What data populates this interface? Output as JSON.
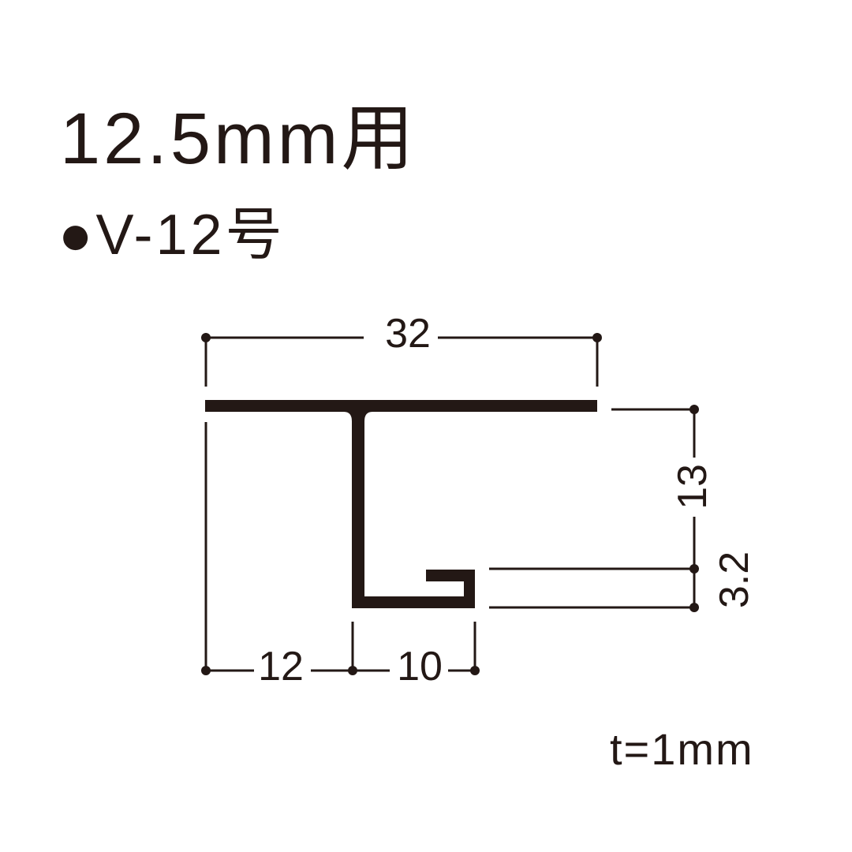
{
  "title": "12.5mm用",
  "model": "●V-12号",
  "thickness_note": "t=1mm",
  "drawing": {
    "type": "profile cross-section",
    "stroke_color": "#231815",
    "dimensions": {
      "overall_width": "32",
      "height": "13",
      "lip_height": "3.2",
      "left_offset": "12",
      "bottom_width": "10"
    }
  }
}
